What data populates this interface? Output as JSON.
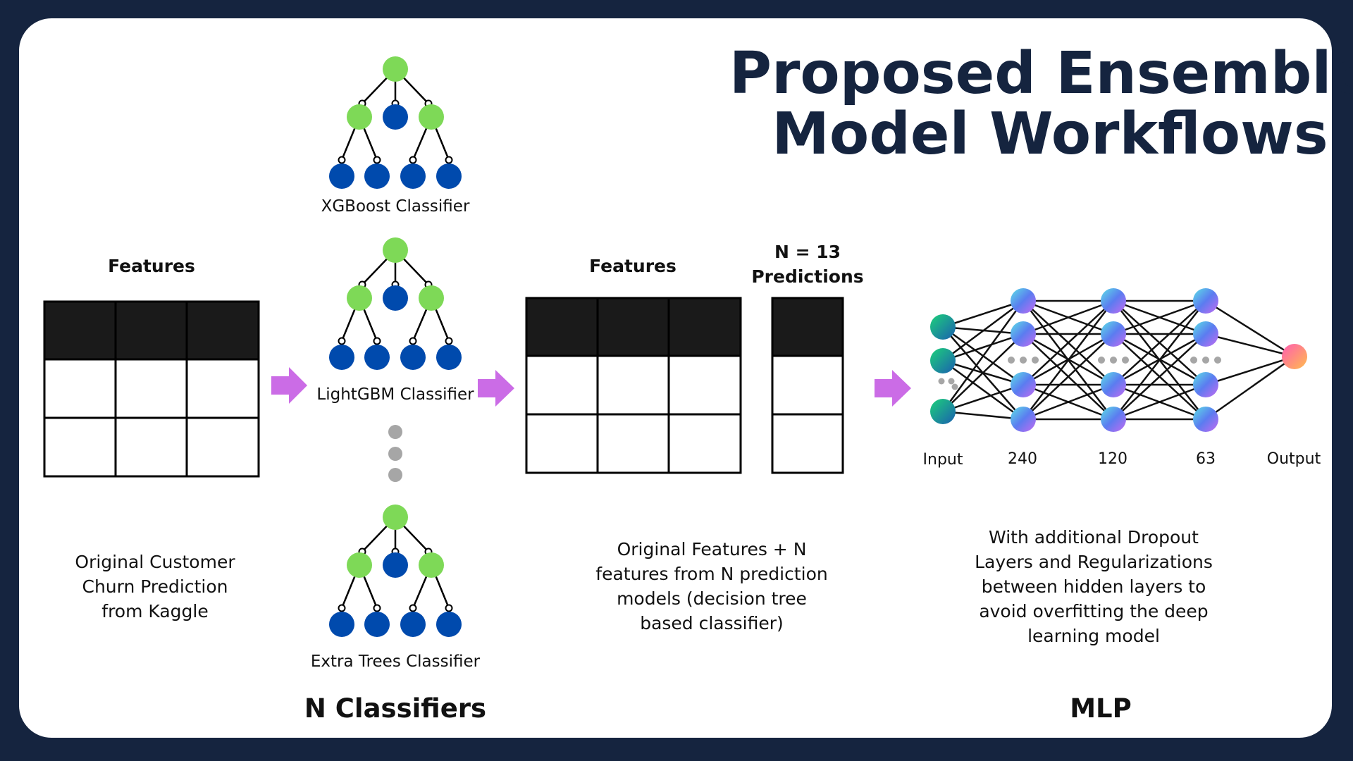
{
  "title": {
    "line1": "Proposed Ensemble",
    "line2": "Model Workflows"
  },
  "input_table": {
    "header": "Features",
    "description": [
      "Original Customer",
      "Churn Prediction",
      "from Kaggle"
    ]
  },
  "classifiers": {
    "items": [
      "XGBoost  Classifier",
      "LightGBM Classifier",
      "Extra Trees Classifier"
    ],
    "section_label": "N Classifiers"
  },
  "combined_table": {
    "features_header": "Features",
    "predictions_header": [
      "N = 13",
      "Predictions"
    ],
    "description": [
      "Original Features + N",
      "features from N prediction",
      "models (decision tree",
      "based classifier)"
    ]
  },
  "mlp": {
    "layer_labels": [
      "Input",
      "240",
      "120",
      "63",
      "Output"
    ],
    "description": [
      "With additional Dropout",
      "Layers and Regularizations",
      "between hidden layers to",
      "avoid overfitting the deep",
      "learning model"
    ],
    "section_label": "MLP"
  },
  "colors": {
    "background": "#15243f",
    "title": "#15243f",
    "tree_root": "#7ed957",
    "tree_leaf": "#004aad",
    "arrow": "#cb6ce6",
    "table_header": "#1a1a1a"
  }
}
